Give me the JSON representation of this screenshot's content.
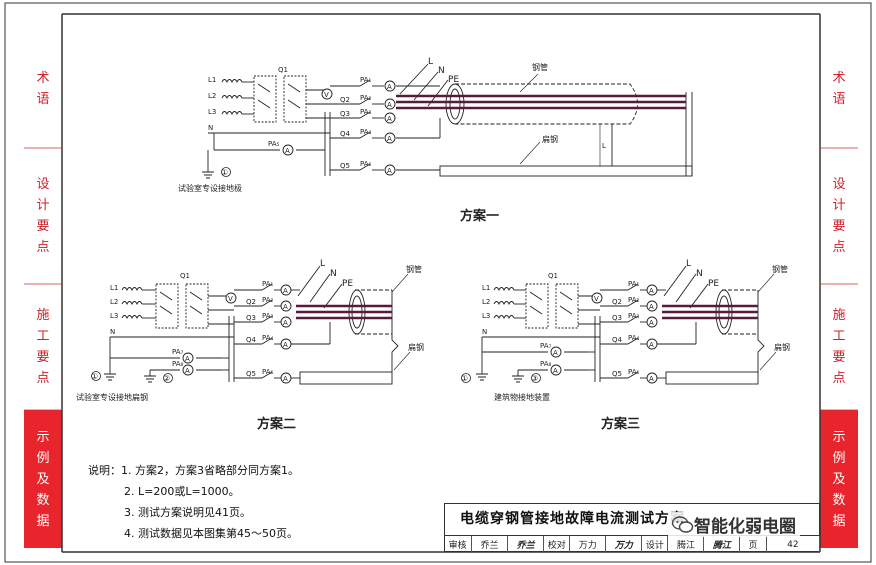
{
  "left_tabs": [
    {
      "label": "术语",
      "active": false
    },
    {
      "label": "设计要点",
      "active": false
    },
    {
      "label": "施工要点",
      "active": false
    },
    {
      "label": "示例及数据",
      "active": true
    }
  ],
  "right_tabs": [
    {
      "label": "术语",
      "active": false
    },
    {
      "label": "设计要点",
      "active": false
    },
    {
      "label": "施工要点",
      "active": false
    },
    {
      "label": "示例及数据",
      "active": true
    }
  ],
  "labels": {
    "L1": "L1",
    "L2": "L2",
    "L3": "L3",
    "N": "N",
    "Q1": "Q1",
    "Q2": "Q2",
    "Q3": "Q3",
    "Q4": "Q4",
    "Q5": "Q5",
    "L": "L",
    "Nwire": "N",
    "PE": "PE",
    "PA1": "PA₁",
    "PA2": "PA₂",
    "PA3": "PA₃",
    "PA4": "PA₄",
    "PA5": "PA₅",
    "PA6": "PA₆",
    "PA7": "PA₇",
    "PA8": "PA₈",
    "A": "A",
    "V": "V",
    "gang_guan": "钢管",
    "bian_gang": "扁钢",
    "c1": "①",
    "c2": "②",
    "c3": "③",
    "ground1": "试验室专设接地极",
    "ground2": "试验室专设接地扁钢",
    "ground3": "建筑物接地装置",
    "scheme1": "方案一",
    "scheme2": "方案二",
    "scheme3": "方案三"
  },
  "notes": [
    "说明：1. 方案2，方案3省略部分同方案1。",
    "2. L=200或L=1000。",
    "3. 测试方案说明见41页。",
    "4. 测试数据见本图集第45～50页。"
  ],
  "title": "电缆穿钢管接地故障电流测试方案",
  "sign_row": [
    "审核",
    "乔兰",
    "乔兰",
    "校对",
    "万力",
    "万力",
    "设计",
    "腾江",
    "腾江",
    "页",
    "42"
  ],
  "watermark": "智能化弱电圈",
  "colors": {
    "accent_red": "#e8242c",
    "side_text": "#d0202a",
    "line": "#222222",
    "cable": "#5a1a3a"
  }
}
